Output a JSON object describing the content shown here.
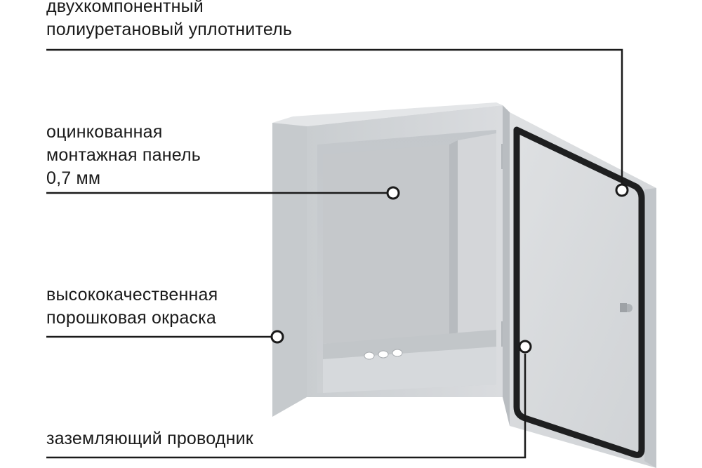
{
  "callouts": {
    "sealant": {
      "line1": "двухкомпонентный",
      "line2": "полиуретановый уплотнитель"
    },
    "mounting_panel": {
      "line1": "оцинкованная",
      "line2": "монтажная панель",
      "line3": "0,7 мм"
    },
    "paint": {
      "line1": "высококачественная",
      "line2": "порошковая окраска"
    },
    "grounding": {
      "line1": "заземляющий проводник"
    }
  },
  "colors": {
    "leader_line": "#1a1a1a",
    "cabinet_body": "#d2d5d8",
    "cabinet_shadow": "#b9bdc1",
    "door_gasket": "#1e1f20",
    "background": "#ffffff"
  },
  "image": {
    "subject": "wall-mounted steel electrical enclosure with open door",
    "markers": [
      "marker-sealant",
      "marker-mounting-panel",
      "marker-paint",
      "marker-grounding"
    ]
  }
}
